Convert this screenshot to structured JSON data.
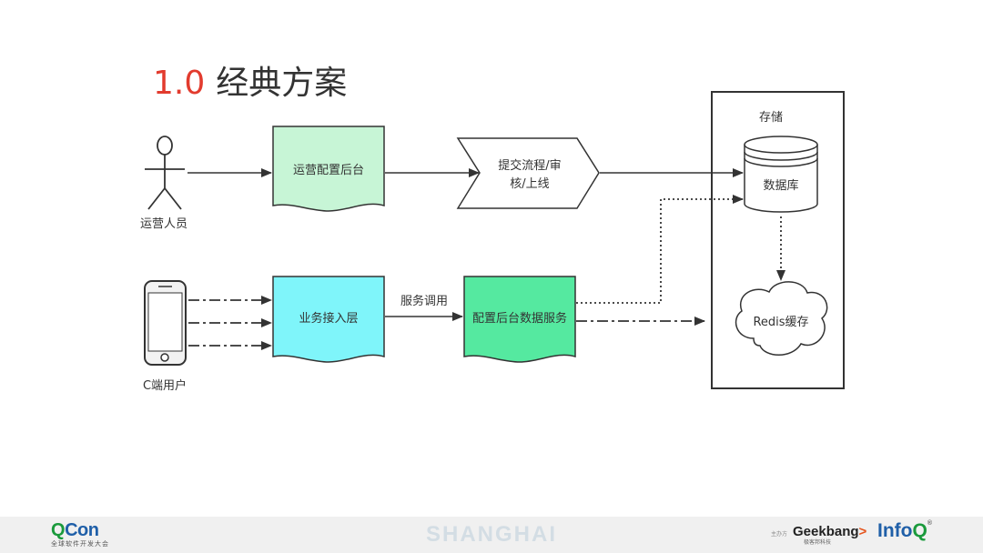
{
  "slide": {
    "title_number": "1.0",
    "title_text": "经典方案"
  },
  "diagram": {
    "nodes": {
      "operator": {
        "label": "运营人员"
      },
      "admin_backend": {
        "label": "运营配置后台"
      },
      "submit_flow": {
        "label_line1": "提交流程/审",
        "label_line2": "核/上线"
      },
      "storage": {
        "label": "存储"
      },
      "database": {
        "label": "数据库"
      },
      "c_user": {
        "label": "C端用户"
      },
      "access_layer": {
        "label": "业务接入层"
      },
      "config_data_service": {
        "label": "配置后台数据服务"
      },
      "redis": {
        "label": "Redis缓存"
      }
    },
    "edges": {
      "service_call": {
        "label": "服务调用"
      }
    },
    "colors": {
      "admin_backend": "#c7f5d6",
      "access_layer": "#7ff5fa",
      "config_data_service": "#55e9a0",
      "line": "#333333"
    }
  },
  "footer": {
    "conference": {
      "part1": "Q",
      "part2": "Con",
      "subtitle": "全球软件开发大会"
    },
    "city": "SHANGHAI",
    "sponsor_label": "主办方",
    "geekbang": {
      "part1": "Geek",
      "part2": "bang",
      "mark": ">",
      "subtitle": "极客邦科技"
    },
    "infoq": {
      "part1": "Info",
      "part2": "Q",
      "reg": "®"
    },
    "colors": {
      "green": "#1a9a3c",
      "blue": "#1f5fa8",
      "orange": "#e5541c"
    }
  }
}
